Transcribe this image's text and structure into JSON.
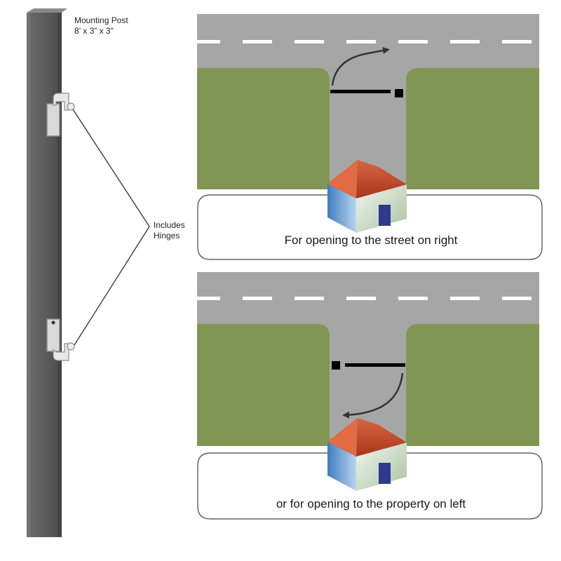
{
  "post": {
    "title": "Mounting Post",
    "size": "8’ x 3” x 3”",
    "hinges_label_line1": "Includes",
    "hinges_label_line2": "Hinges"
  },
  "panels": [
    {
      "caption": "For opening to the street on right"
    },
    {
      "caption": "or for opening to the property on left"
    }
  ],
  "colors": {
    "road": "#a6a6a6",
    "lawn": "#829653",
    "lane_dash": "#ffffff",
    "post": "#585858",
    "gate": "#000000",
    "roof": "#c9492a",
    "house_wall": "#6b9fd0",
    "door": "#2e3a8c"
  }
}
